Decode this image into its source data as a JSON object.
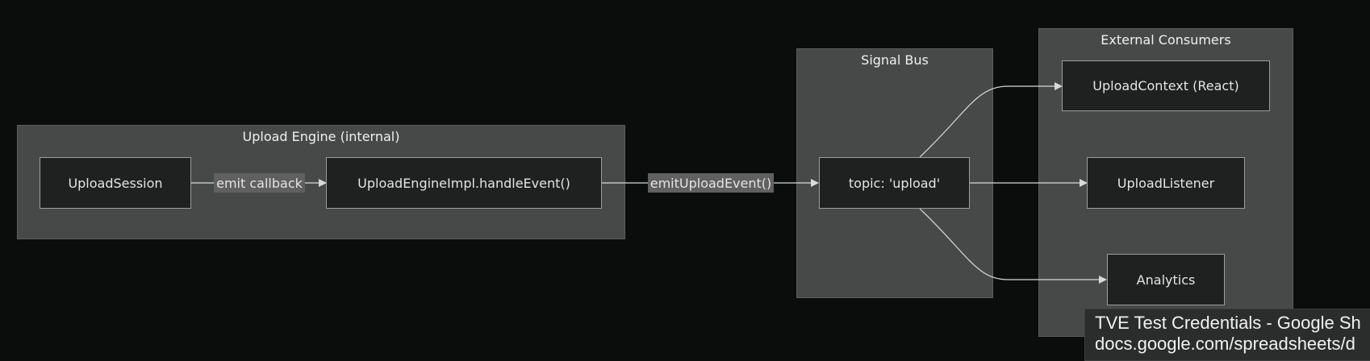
{
  "diagram": {
    "clusters": {
      "engine": {
        "title": "Upload Engine (internal)"
      },
      "bus": {
        "title": "Signal Bus"
      },
      "consumers": {
        "title": "External Consumers"
      }
    },
    "nodes": {
      "session": "UploadSession",
      "engine_impl": "UploadEngineImpl.handleEvent()",
      "topic": "topic: 'upload'",
      "context": "UploadContext (React)",
      "listener": "UploadListener",
      "analytics": "Analytics"
    },
    "edges": {
      "emit_callback": "emit callback",
      "emit_upload_event": "emitUploadEvent()"
    },
    "colors": {
      "background": "#0b0c0c",
      "cluster": "#474948",
      "node": "#1f2121",
      "edge": "#d9d9d9"
    }
  },
  "tooltip": {
    "title": "TVE Test Credentials - Google Sh",
    "url": "docs.google.com/spreadsheets/d"
  }
}
